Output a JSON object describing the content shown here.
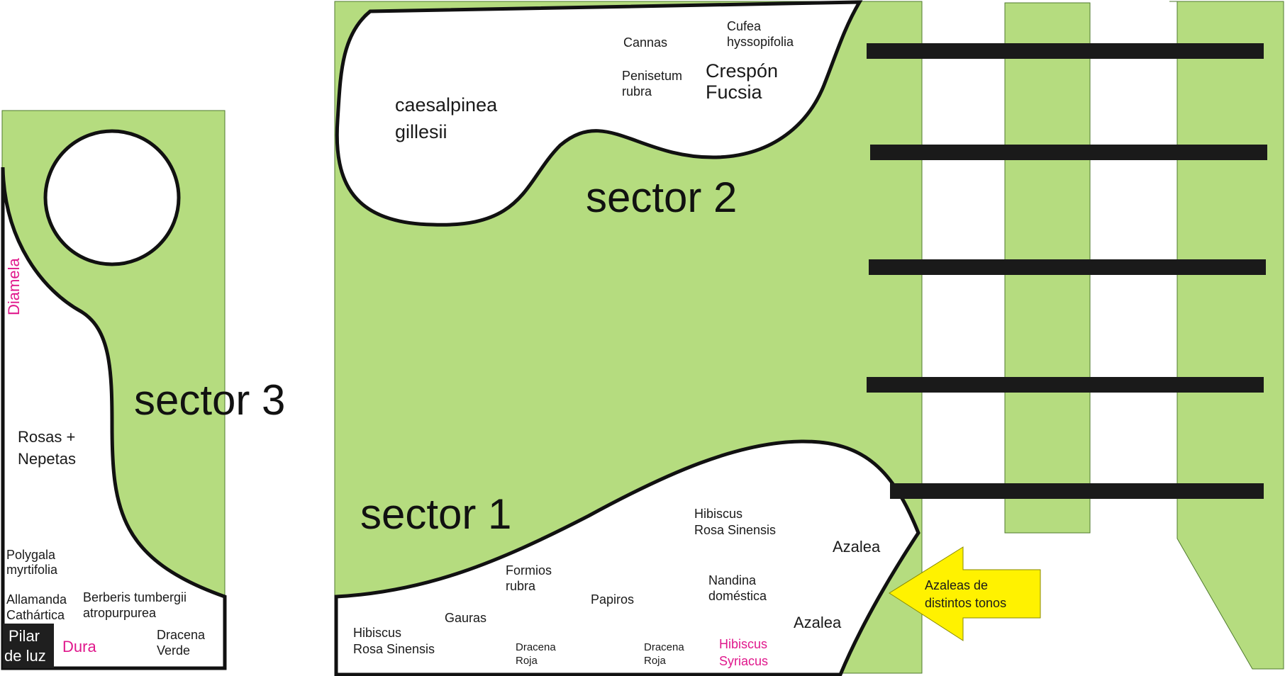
{
  "colors": {
    "lawn": "#b5dc7f",
    "outline": "#111111",
    "pole": "#1a1a1a",
    "highlight_text": "#e0188c",
    "arrow": "#fff200"
  },
  "sectors": {
    "s1": "sector 1",
    "s2": "sector 2",
    "s3": "sector 3"
  },
  "sector3": {
    "diamela": "Diamela",
    "rosas": [
      "Rosas +",
      "Nepetas"
    ],
    "polygala": [
      "Polygala",
      "myrtifolia"
    ],
    "allamanda": [
      "Allamanda",
      "Cathártica"
    ],
    "berberis": [
      "Berberis tumbergii",
      "atropurpurea"
    ],
    "pilar": [
      "Pilar",
      "de luz"
    ],
    "dura": "Dura",
    "dracena_verde": [
      "Dracena",
      "Verde"
    ]
  },
  "sector2": {
    "caesalpinea": [
      "caesalpinea",
      "gillesii"
    ],
    "cannas": "Cannas",
    "cufea": [
      "Cufea",
      "hyssopifolia"
    ],
    "penisetum": [
      "Penisetum",
      "rubra"
    ],
    "crespon": [
      "Crespón",
      "Fucsia"
    ]
  },
  "sector1": {
    "hibiscus_rosa_top": [
      "Hibiscus",
      "Rosa Sinensis"
    ],
    "azalea_top": "Azalea",
    "formios": [
      "Formios",
      "rubra"
    ],
    "papiros": "Papiros",
    "nandina": [
      "Nandina",
      "doméstica"
    ],
    "gauras": "Gauras",
    "azalea_bottom": "Azalea",
    "hibiscus_rosa_left": [
      "Hibiscus",
      "Rosa Sinensis"
    ],
    "dracena_roja_1": [
      "Dracena",
      "Roja"
    ],
    "dracena_roja_2": [
      "Dracena",
      "Roja"
    ],
    "hibiscus_syriacus": [
      "Hibiscus",
      "Syriacus"
    ]
  },
  "arrow_label": [
    "Azaleas de",
    "distintos tonos"
  ]
}
